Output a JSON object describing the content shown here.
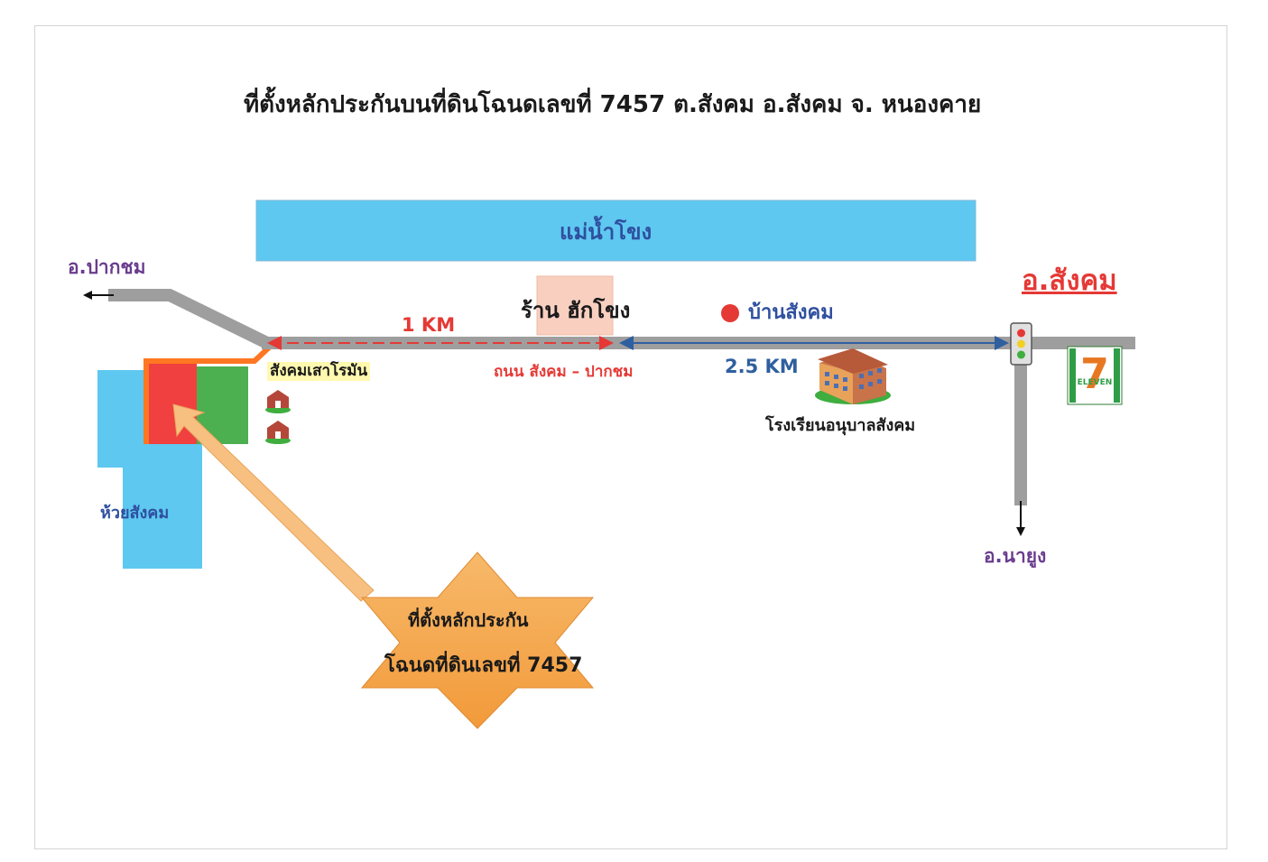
{
  "title": "ที่ตั้งหลักประกันบนที่ดินโฉนดเลขที่ 7457  ต.สังคม อ.สังคม จ. หนองคาย",
  "river": {
    "label": "แม่น้ำโขง",
    "color": "#5ec8f0"
  },
  "places": {
    "pak_chom": "อ.ปากชม",
    "sang_khom": "อ.สังคม",
    "na_yung": "อ.นายูง",
    "han_hong_shop": "ร้าน ฮักโขง",
    "ban_sang_khom": "บ้านสังคม",
    "sao_roman": "สังคมเสาโรมัน",
    "school": "โรงเรียนอนุบาลสังคม",
    "creek": "ห้วยสังคม"
  },
  "road": {
    "name": "ถนน สังคม – ปากชม"
  },
  "distances": {
    "short": "1 KM",
    "long": "2.5 KM"
  },
  "callout": {
    "line1": "ที่ตั้งหลักประกัน",
    "line2": "โฉนดที่ดินเลขที่ 7457"
  },
  "store": {
    "name": "ELEVEN",
    "number": "7"
  },
  "icons": [
    "traffic-light-icon",
    "store-7eleven-icon",
    "school-building-icon",
    "barn-icon",
    "location-dot-icon"
  ],
  "colors": {
    "road": "#9e9e9e",
    "water": "#5ec8f0",
    "plot_red": "#f04040",
    "plot_green": "#4caf50",
    "plot_border": "#ff7722",
    "star": "#f5a54a",
    "red_accent": "#e53935",
    "blue_accent": "#2f5f9f",
    "purple": "#6a3d8f"
  }
}
